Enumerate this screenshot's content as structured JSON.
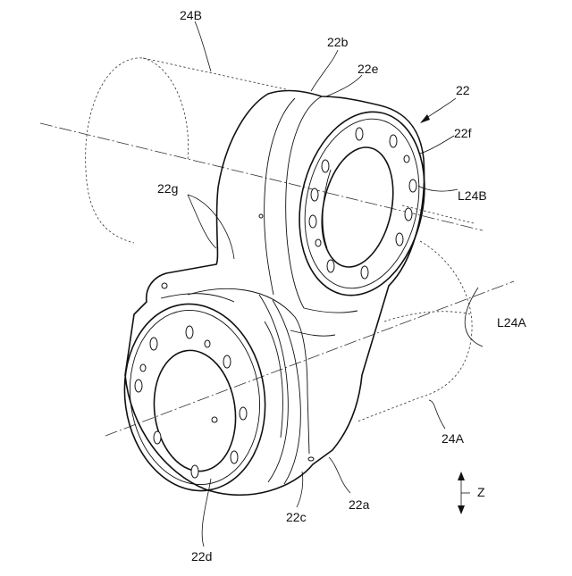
{
  "labels": {
    "ref_24B": "24B",
    "ref_22b": "22b",
    "ref_22e": "22e",
    "ref_22": "22",
    "ref_22f": "22f",
    "ref_22g": "22g",
    "ref_L24B": "L24B",
    "ref_L24A": "L24A",
    "ref_24A": "24A",
    "ref_22a": "22a",
    "ref_22c": "22c",
    "ref_22d": "22d",
    "axis_Z": "Z"
  },
  "colors": {
    "line": "#111111",
    "background": "#ffffff"
  }
}
